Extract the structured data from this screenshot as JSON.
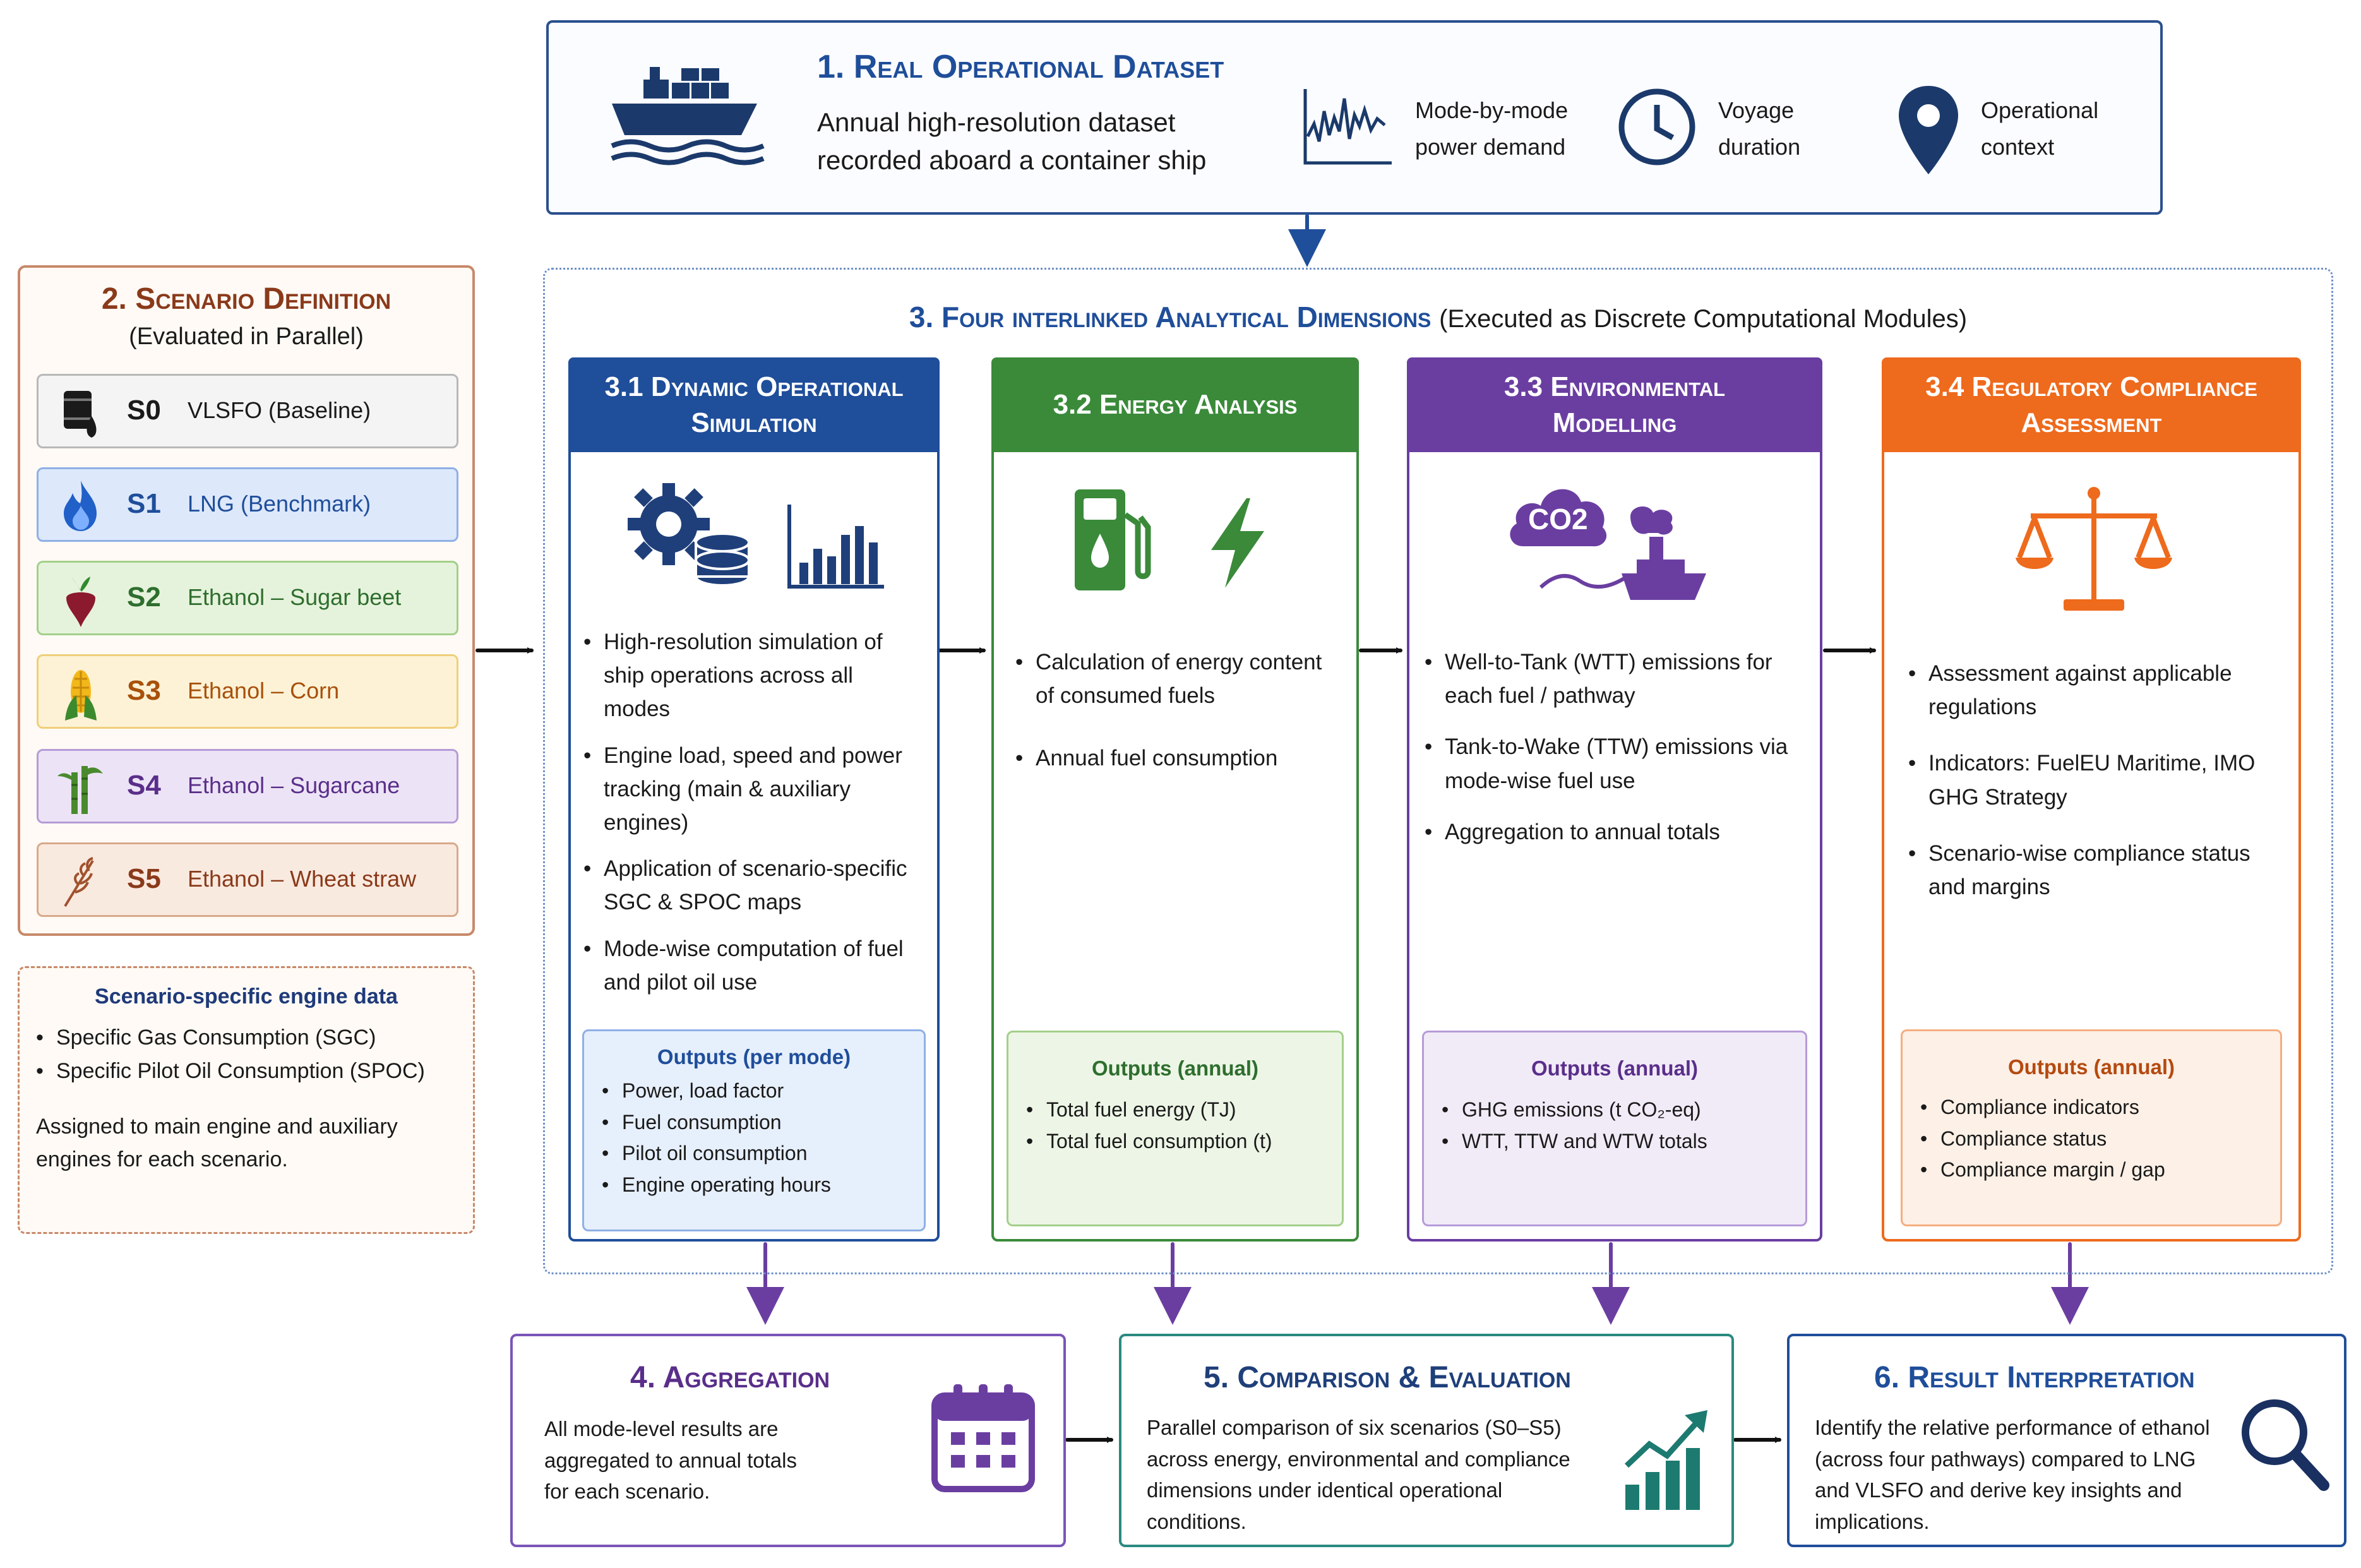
{
  "box1": {
    "title": "1. Real Operational Dataset",
    "desc_line1": "Annual high-resolution dataset",
    "desc_line2": "recorded aboard a container ship",
    "items": [
      {
        "line1": "Mode-by-mode",
        "line2": "power demand"
      },
      {
        "line1": "Voyage",
        "line2": "duration"
      },
      {
        "line1": "Operational",
        "line2": "context"
      }
    ]
  },
  "box2": {
    "title": "2. Scenario Definition",
    "subtitle": "(Evaluated in Parallel)",
    "scenarios": [
      {
        "code": "S0",
        "name": "VLSFO (Baseline)"
      },
      {
        "code": "S1",
        "name": "LNG (Benchmark)"
      },
      {
        "code": "S2",
        "name": "Ethanol – Sugar beet"
      },
      {
        "code": "S3",
        "name": "Ethanol – Corn"
      },
      {
        "code": "S4",
        "name": "Ethanol – Sugarcane"
      },
      {
        "code": "S5",
        "name": "Ethanol – Wheat straw"
      }
    ],
    "engine": {
      "title": "Scenario-specific engine data",
      "items": [
        "Specific Gas Consumption (SGC)",
        "Specific Pilot Oil Consumption (SPOC)"
      ],
      "note_line1": "Assigned to main engine and auxiliary",
      "note_line2": "engines for each scenario."
    }
  },
  "box3": {
    "title": "3. Four interlinked Analytical Dimensions",
    "title_suffix": "(Executed as Discrete Computational Modules)",
    "columns": [
      {
        "title_line1": "3.1 Dynamic Operational",
        "title_line2": "Simulation",
        "bullets": [
          "High-resolution simulation of ship operations across all modes",
          "Engine load, speed and power tracking (main & auxiliary engines)",
          "Application of scenario-specific SGC & SPOC maps",
          "Mode-wise computation of fuel and pilot oil use"
        ],
        "outputs_title": "Outputs (per mode)",
        "outputs": [
          "Power, load factor",
          "Fuel consumption",
          "Pilot oil consumption",
          "Engine operating hours"
        ]
      },
      {
        "title_line1": "3.2 Energy Analysis",
        "title_line2": "",
        "bullets": [
          "Calculation of energy content of consumed fuels",
          "Annual fuel consumption"
        ],
        "outputs_title": "Outputs (annual)",
        "outputs": [
          "Total fuel energy (TJ)",
          "Total fuel consumption (t)"
        ]
      },
      {
        "title_line1": "3.3 Environmental",
        "title_line2": "Modelling",
        "icon_text": "CO2",
        "bullets": [
          "Well-to-Tank (WTT) emissions for each fuel / pathway",
          "Tank-to-Wake (TTW) emissions via mode-wise fuel use",
          "Aggregation to annual totals"
        ],
        "outputs_title": "Outputs (annual)",
        "outputs": [
          "GHG emissions (t CO₂-eq)",
          "WTT, TTW and WTW totals"
        ]
      },
      {
        "title_line1": "3.4 Regulatory Compliance",
        "title_line2": "Assessment",
        "bullets": [
          "Assessment against applicable regulations",
          "Indicators: FuelEU Maritime, IMO GHG Strategy",
          "Scenario-wise compliance status and margins"
        ],
        "outputs_title": "Outputs (annual)",
        "outputs": [
          "Compliance indicators",
          "Compliance status",
          "Compliance margin / gap"
        ]
      }
    ]
  },
  "box4": {
    "title": "4. Aggregation",
    "lines": [
      "All mode-level results are",
      "aggregated to annual totals",
      "for each scenario."
    ]
  },
  "box5": {
    "title": "5. Comparison & Evaluation",
    "lines": [
      "Parallel comparison of six scenarios (S0–S5)",
      "across energy, environmental and compliance",
      "dimensions under identical operational",
      "conditions."
    ]
  },
  "box6": {
    "title": "6. Result Interpretation",
    "lines": [
      "Identify the relative performance of ethanol",
      "(across four pathways) compared to LNG",
      "and VLSFO and derive key insights and",
      "implications."
    ]
  },
  "colors": {
    "blue": "#1f4e9a",
    "green": "#3a8a3a",
    "purple": "#6a3ea1",
    "orange": "#ee6a1c",
    "scenario_title": "#8a3a1a",
    "teal": "#1d7a70"
  }
}
